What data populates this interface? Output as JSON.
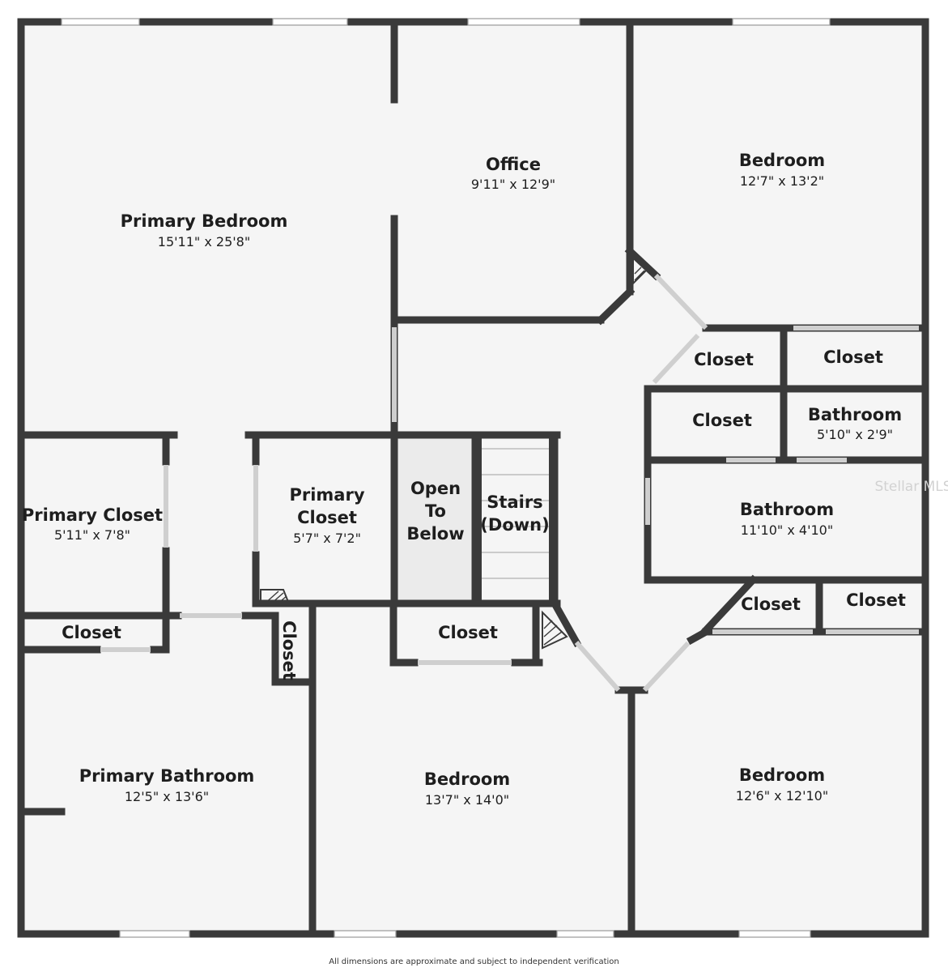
{
  "rooms": [
    {
      "id": "primary-bedroom",
      "name": "Primary Bedroom",
      "dims": "15'11\" x 25'8\""
    },
    {
      "id": "office",
      "name": "Office",
      "dims": "9'11\" x 12'9\""
    },
    {
      "id": "bedroom-ne",
      "name": "Bedroom",
      "dims": "12'7\" x 13'2\""
    },
    {
      "id": "closet-a",
      "name": "Closet",
      "dims": ""
    },
    {
      "id": "closet-b",
      "name": "Closet",
      "dims": ""
    },
    {
      "id": "closet-c",
      "name": "Closet",
      "dims": ""
    },
    {
      "id": "bathroom-small",
      "name": "Bathroom",
      "dims": "5'10\" x 2'9\""
    },
    {
      "id": "bathroom-hall",
      "name": "Bathroom",
      "dims": "11'10\" x 4'10\""
    },
    {
      "id": "primary-closet-w",
      "name": "Primary Closet",
      "dims": "5'11\" x 7'8\""
    },
    {
      "id": "primary-closet-c",
      "name": "Primary\nCloset",
      "dims": "5'7\" x 7'2\""
    },
    {
      "id": "open-to-below",
      "name": "Open\nTo\nBelow",
      "dims": ""
    },
    {
      "id": "stairs",
      "name": "Stairs\n(Down)",
      "dims": ""
    },
    {
      "id": "closet-sw",
      "name": "Closet",
      "dims": ""
    },
    {
      "id": "closet-vertical",
      "name": "Closet",
      "dims": ""
    },
    {
      "id": "closet-mid",
      "name": "Closet",
      "dims": ""
    },
    {
      "id": "closet-se1",
      "name": "Closet",
      "dims": ""
    },
    {
      "id": "closet-se2",
      "name": "Closet",
      "dims": ""
    },
    {
      "id": "primary-bathroom",
      "name": "Primary Bathroom",
      "dims": "12'5\" x 13'6\""
    },
    {
      "id": "bedroom-s",
      "name": "Bedroom",
      "dims": "13'7\" x 14'0\""
    },
    {
      "id": "bedroom-se",
      "name": "Bedroom",
      "dims": "12'6\" x 12'10\""
    }
  ],
  "footer": {
    "disclaimer": "All dimensions are approximate and subject to independent verification"
  },
  "watermark": "Stellar MLS",
  "colors": {
    "wall": "#3a3a3a",
    "floor": "#f5f5f5",
    "open_area": "#ebebeb",
    "window": "#ffffff"
  }
}
